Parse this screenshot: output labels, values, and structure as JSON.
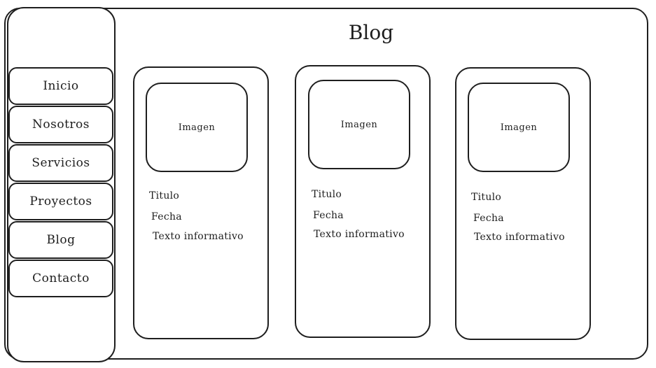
{
  "title": "Blog",
  "nav": [
    {
      "label": "Inicio"
    },
    {
      "label": "Nosotros"
    },
    {
      "label": "Servicios"
    },
    {
      "label": "Proyectos"
    },
    {
      "label": "Blog"
    },
    {
      "label": "Contacto"
    }
  ],
  "cards": [
    {
      "image": "Imagen",
      "titulo": "Titulo",
      "fecha": "Fecha",
      "texto": "Texto informativo"
    },
    {
      "image": "Imagen",
      "titulo": "Titulo",
      "fecha": "Fecha",
      "texto": "Texto informativo"
    },
    {
      "image": "Imagen",
      "titulo": "Titulo",
      "fecha": "Fecha",
      "texto": "Texto informativo"
    }
  ]
}
